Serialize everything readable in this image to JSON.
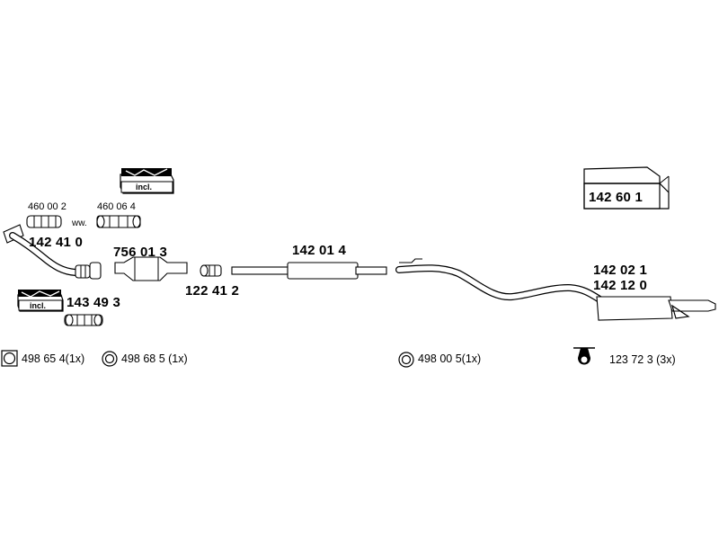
{
  "diagram": {
    "parts": {
      "front_pipe": "142 41 0",
      "catalytic_converter": "756 01 3",
      "connector": "122 41 2",
      "middle_silencer": "142 01 4",
      "rear_silencer_a": "142 02 1",
      "rear_silencer_b": "142 12 0",
      "gasket_set_box": "142 60 1",
      "incl_part": "143 49 3"
    },
    "small_parts": {
      "gasket_a": "460 00 2",
      "gasket_b": "460 06 4",
      "ww": "ww."
    },
    "incl_label": "incl.",
    "fittings": {
      "ring_square": "498 65 4(1x)",
      "ring_round": "498 68 5 (1x)",
      "ring_mid": "498 00 5(1x)",
      "hanger": "123 72 3 (3x)"
    }
  }
}
